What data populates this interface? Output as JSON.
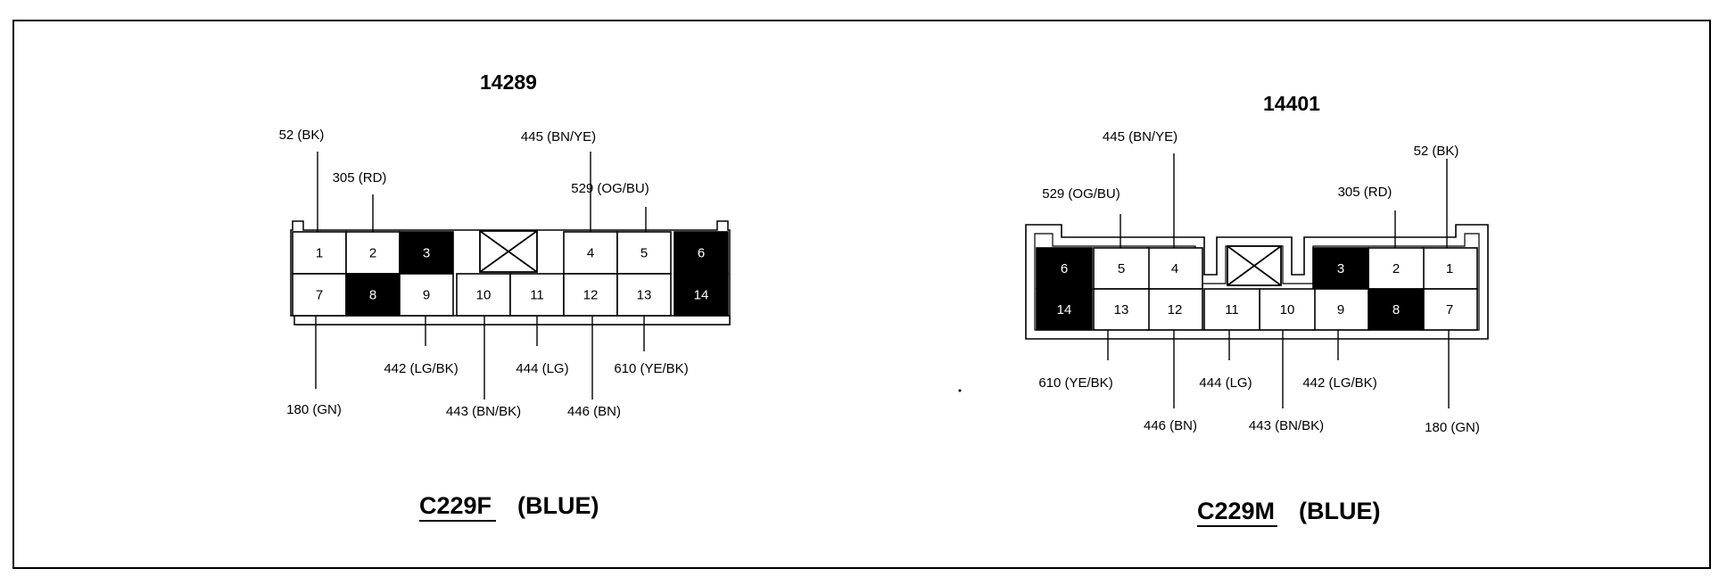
{
  "colors": {
    "line": "#000000",
    "filled_cavity": "#000000",
    "empty_cavity": "#ffffff"
  },
  "left": {
    "part_number": "14289",
    "connector_name": "C229F",
    "color_label": "(BLUE)",
    "pins": [
      {
        "num": "1",
        "wire": "52 (BK)",
        "filled": false
      },
      {
        "num": "2",
        "wire": "305 (RD)",
        "filled": false
      },
      {
        "num": "3",
        "wire": "",
        "filled": true
      },
      {
        "num": "4",
        "wire": "445 (BN/YE)",
        "filled": false
      },
      {
        "num": "5",
        "wire": "529 (OG/BU)",
        "filled": false
      },
      {
        "num": "6",
        "wire": "",
        "filled": true
      },
      {
        "num": "7",
        "wire": "180 (GN)",
        "filled": false
      },
      {
        "num": "8",
        "wire": "",
        "filled": true
      },
      {
        "num": "9",
        "wire": "442 (LG/BK)",
        "filled": false
      },
      {
        "num": "10",
        "wire": "443 (BN/BK)",
        "filled": false
      },
      {
        "num": "11",
        "wire": "444 (LG)",
        "filled": false
      },
      {
        "num": "12",
        "wire": "446 (BN)",
        "filled": false
      },
      {
        "num": "13",
        "wire": "610 (YE/BK)",
        "filled": false
      },
      {
        "num": "14",
        "wire": "",
        "filled": true
      }
    ]
  },
  "right": {
    "part_number": "14401",
    "connector_name": "C229M",
    "color_label": "(BLUE)",
    "pins": [
      {
        "num": "1",
        "wire": "52 (BK)",
        "filled": false
      },
      {
        "num": "2",
        "wire": "305 (RD)",
        "filled": false
      },
      {
        "num": "3",
        "wire": "",
        "filled": true
      },
      {
        "num": "4",
        "wire": "445 (BN/YE)",
        "filled": false
      },
      {
        "num": "5",
        "wire": "529 (OG/BU)",
        "filled": false
      },
      {
        "num": "6",
        "wire": "",
        "filled": true
      },
      {
        "num": "7",
        "wire": "180 (GN)",
        "filled": false
      },
      {
        "num": "8",
        "wire": "",
        "filled": true
      },
      {
        "num": "9",
        "wire": "442 (LG/BK)",
        "filled": false
      },
      {
        "num": "10",
        "wire": "443 (BN/BK)",
        "filled": false
      },
      {
        "num": "11",
        "wire": "444 (LG)",
        "filled": false
      },
      {
        "num": "12",
        "wire": "446 (BN)",
        "filled": false
      },
      {
        "num": "13",
        "wire": "610 (YE/BK)",
        "filled": false
      },
      {
        "num": "14",
        "wire": "",
        "filled": true
      }
    ]
  }
}
